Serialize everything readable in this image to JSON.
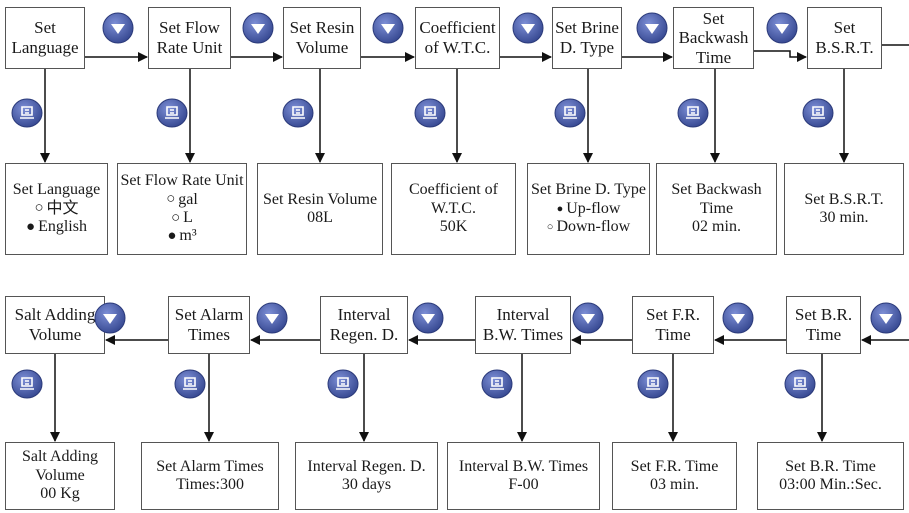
{
  "row1": {
    "top": [
      {
        "lines": [
          "Set",
          "Language"
        ]
      },
      {
        "lines": [
          "Set Flow",
          "Rate Unit"
        ]
      },
      {
        "lines": [
          "Set Resin",
          "Volume"
        ]
      },
      {
        "lines": [
          "Coefficient",
          "of W.T.C."
        ]
      },
      {
        "lines": [
          "Set Brine",
          "D. Type"
        ]
      },
      {
        "lines": [
          "Set",
          "Backwash",
          "Time"
        ]
      },
      {
        "lines": [
          "Set",
          "B.S.R.T."
        ]
      }
    ],
    "bottom": [
      {
        "title": "Set Language",
        "options": [
          {
            "glyph": "○",
            "text": "中文"
          },
          {
            "glyph": "●",
            "text": "English"
          }
        ]
      },
      {
        "title": "Set Flow Rate Unit",
        "options": [
          {
            "glyph": "○",
            "text": "gal"
          },
          {
            "glyph": "○",
            "text": "L"
          },
          {
            "glyph": "●",
            "text": "m³"
          }
        ]
      },
      {
        "lines": [
          "Set Resin Volume",
          "08L"
        ]
      },
      {
        "lines": [
          "Coefficient of",
          "W.T.C.",
          "50K"
        ]
      },
      {
        "title": "Set Brine D. Type",
        "options": [
          {
            "glyph": "●",
            "text": "Up-flow"
          },
          {
            "glyph": "○",
            "text": "Down-flow"
          }
        ]
      },
      {
        "lines": [
          "Set Backwash",
          "Time",
          "02 min."
        ]
      },
      {
        "lines": [
          "Set B.S.R.T.",
          "30 min."
        ]
      }
    ]
  },
  "row2": {
    "top": [
      {
        "lines": [
          "Salt Adding",
          "Volume"
        ]
      },
      {
        "lines": [
          "Set Alarm",
          "Times"
        ]
      },
      {
        "lines": [
          "Interval",
          "Regen. D."
        ]
      },
      {
        "lines": [
          "Interval",
          "B.W. Times"
        ]
      },
      {
        "lines": [
          "Set F.R.",
          "Time"
        ]
      },
      {
        "lines": [
          "Set B.R.",
          "Time"
        ]
      }
    ],
    "bottom": [
      {
        "lines": [
          "Salt Adding",
          "Volume",
          "00 Kg"
        ]
      },
      {
        "lines": [
          "Set Alarm Times",
          "Times:300"
        ]
      },
      {
        "lines": [
          "Interval Regen. D.",
          "30 days"
        ]
      },
      {
        "lines": [
          "Interval B.W. Times",
          "F-00"
        ]
      },
      {
        "lines": [
          "Set F.R. Time",
          "03 min."
        ]
      },
      {
        "lines": [
          "Set B.R. Time",
          "03:00 Min.:Sec."
        ]
      }
    ]
  },
  "icons": {
    "down_button": "down-arrow-button-icon",
    "menu_button": "menu-button-icon",
    "accent_color": "#3a4fa0"
  }
}
